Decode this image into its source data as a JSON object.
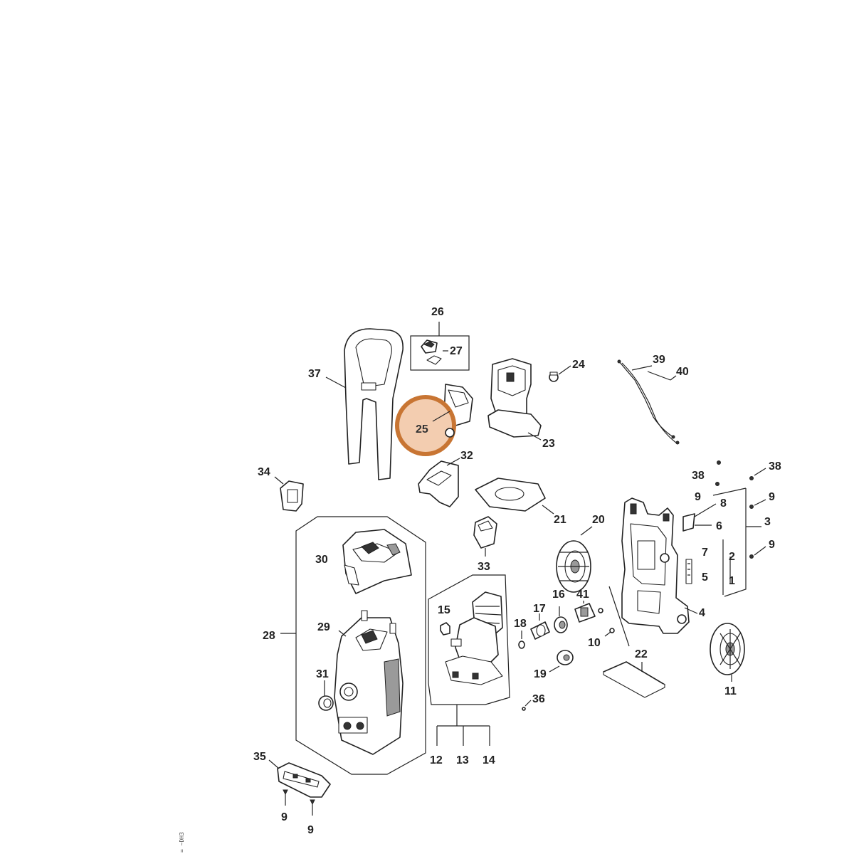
{
  "highlight": {
    "label": "25",
    "color": "#c87533",
    "fill": "#f3cdb0"
  },
  "labels": {
    "l1": "1",
    "l2": "2",
    "l3": "3",
    "l4": "4",
    "l5": "5",
    "l6": "6",
    "l7": "7",
    "l8": "8",
    "l9a": "9",
    "l9b": "9",
    "l9c": "9",
    "l9d": "9",
    "l9e": "9",
    "l10": "10",
    "l11": "11",
    "l12": "12",
    "l13": "13",
    "l14": "14",
    "l15": "15",
    "l16": "16",
    "l17": "17",
    "l18": "18",
    "l19": "19",
    "l20": "20",
    "l21": "21",
    "l22": "22",
    "l23": "23",
    "l24": "24",
    "l25": "25",
    "l26": "26",
    "l27": "27",
    "l28": "28",
    "l29": "29",
    "l30": "30",
    "l31": "31",
    "l32": "32",
    "l33": "33",
    "l34": "34",
    "l35": "35",
    "l36": "36",
    "l37": "37",
    "l38a": "38",
    "l38b": "38",
    "l39": "39",
    "l40": "40",
    "l41": "41"
  },
  "corner_code": "= ~DH3"
}
